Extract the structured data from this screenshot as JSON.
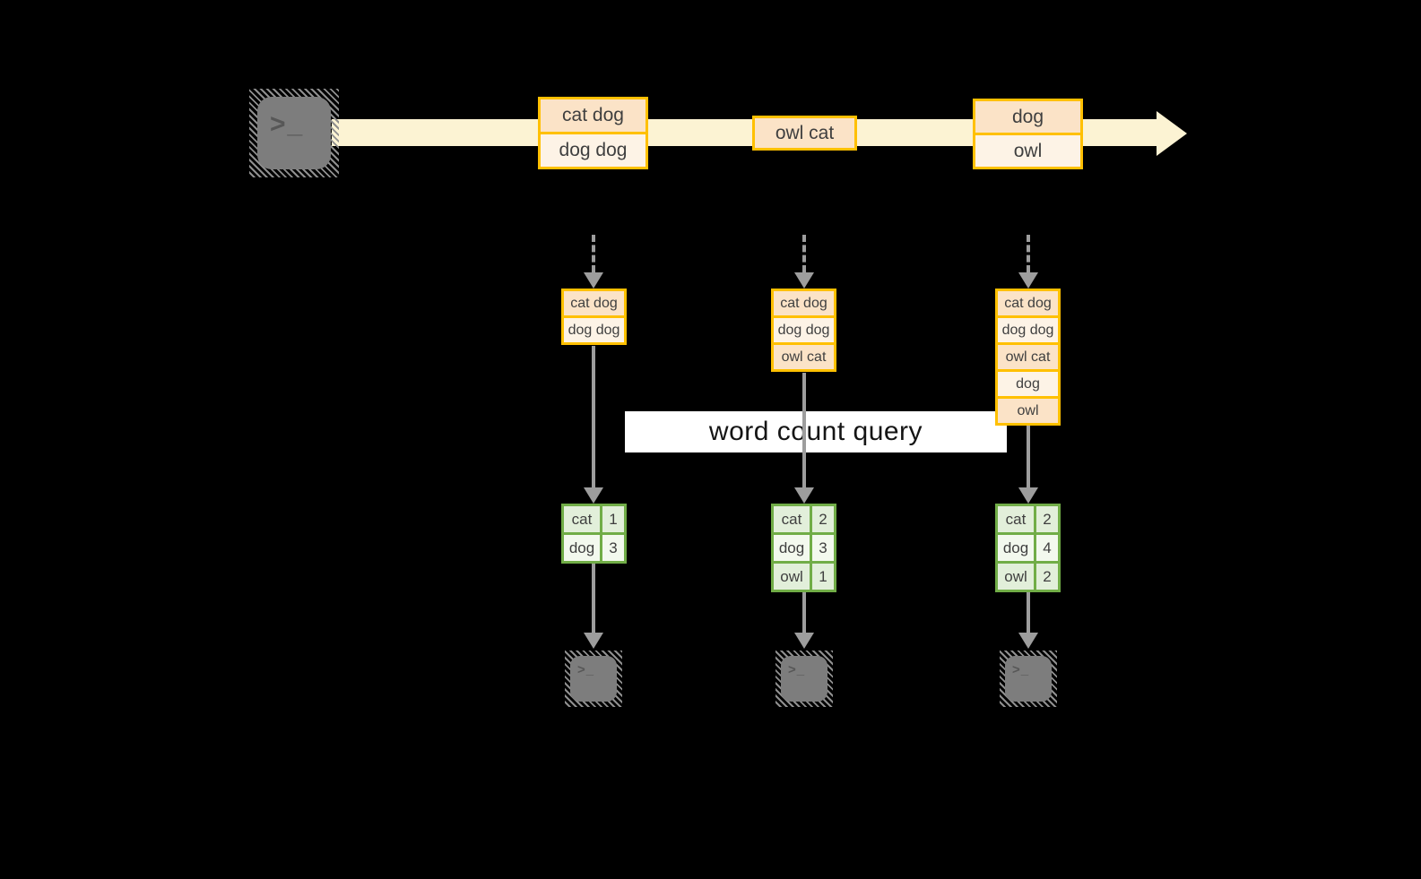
{
  "colors": {
    "bg": "#000000",
    "gold": "#ffc000",
    "peachDark": "#fbe3c7",
    "peachLight": "#fdf3e6",
    "band": "#fcf3d3",
    "arrowGray": "#9d9d9d",
    "green": "#71ad47",
    "cellDark": "#e2efda",
    "cellLight": "#f3f9ee",
    "ink": "#3f3f3f",
    "termGray": "#7d7d7d",
    "queryInk": "#151515"
  },
  "icons": {
    "terminal_glyph": ">_"
  },
  "stream": {
    "batches": [
      {
        "records": [
          "cat dog",
          "dog dog"
        ]
      },
      {
        "records": [
          "owl cat"
        ]
      },
      {
        "records": [
          "dog",
          "owl"
        ]
      }
    ]
  },
  "query": {
    "label": "word count query"
  },
  "columns": [
    {
      "state": [
        "cat dog",
        "dog dog"
      ],
      "counts": [
        {
          "word": "cat",
          "count": "1"
        },
        {
          "word": "dog",
          "count": "3"
        }
      ]
    },
    {
      "state": [
        "cat dog",
        "dog dog",
        "owl cat"
      ],
      "counts": [
        {
          "word": "cat",
          "count": "2"
        },
        {
          "word": "dog",
          "count": "3"
        },
        {
          "word": "owl",
          "count": "1"
        }
      ]
    },
    {
      "state": [
        "cat dog",
        "dog dog",
        "owl cat",
        "dog",
        "owl"
      ],
      "counts": [
        {
          "word": "cat",
          "count": "2"
        },
        {
          "word": "dog",
          "count": "4"
        },
        {
          "word": "owl",
          "count": "2"
        }
      ]
    }
  ]
}
